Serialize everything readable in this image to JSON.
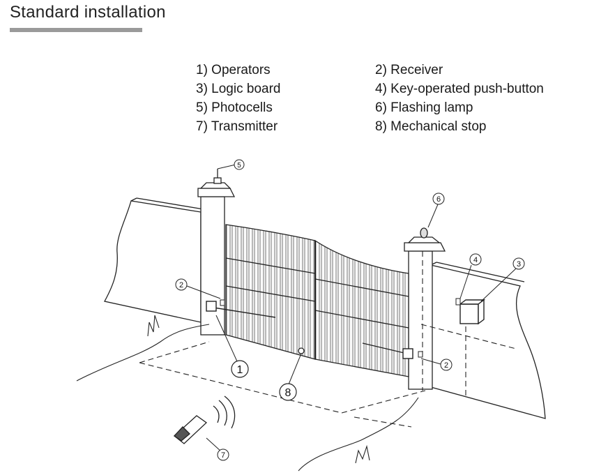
{
  "header": {
    "title": "Standard installation"
  },
  "legend": {
    "items": [
      "1)  Operators",
      "2)  Receiver",
      "3)  Logic board",
      "4)  Key-operated push-button",
      "5) Photocells",
      "6)  Flashing lamp",
      "7) Transmitter",
      "8) Mechanical stop"
    ]
  },
  "callouts": {
    "operators": "1",
    "receiver": "2",
    "logic_board": "3",
    "key_button": "4",
    "photocells": "5",
    "flashing_lamp": "6",
    "transmitter": "7",
    "mechanical_stop": "8"
  }
}
